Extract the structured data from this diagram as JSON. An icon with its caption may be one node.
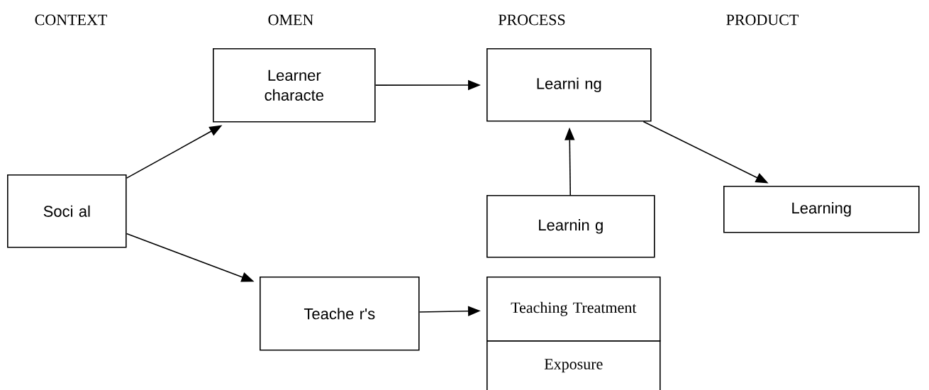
{
  "diagram": {
    "nodes": [
      {
        "text": [
          "Soci al"
        ]
      },
      {
        "text": [
          "Learner characte"
        ]
      },
      {
        "text": [
          "Learni ng"
        ]
      },
      {
        "text": [
          "Learnin g"
        ]
      },
      {
        "text": [
          "Learning"
        ]
      },
      {
        "text": [
          "Teache r's"
        ]
      },
      {
        "text": [
          "Teaching Treatment"
        ]
      },
      {
        "text": [
          "Exposure"
        ]
      }
    ],
    "edges": [
      {
        "from": 0,
        "to": 1,
        "arrow": "to"
      },
      {
        "from": 1,
        "to": 2,
        "arrow": "to"
      },
      {
        "from": 3,
        "to": 2,
        "arrow": "to"
      },
      {
        "from": 2,
        "to": 4,
        "arrow": "to"
      },
      {
        "from": 0,
        "to": 5,
        "arrow": "to"
      },
      {
        "from": 5,
        "to": 6,
        "arrow": "to"
      }
    ],
    "labels": [
      "CONTEXT",
      "OMEN",
      "PROCESS",
      "PRODUCT"
    ]
  }
}
